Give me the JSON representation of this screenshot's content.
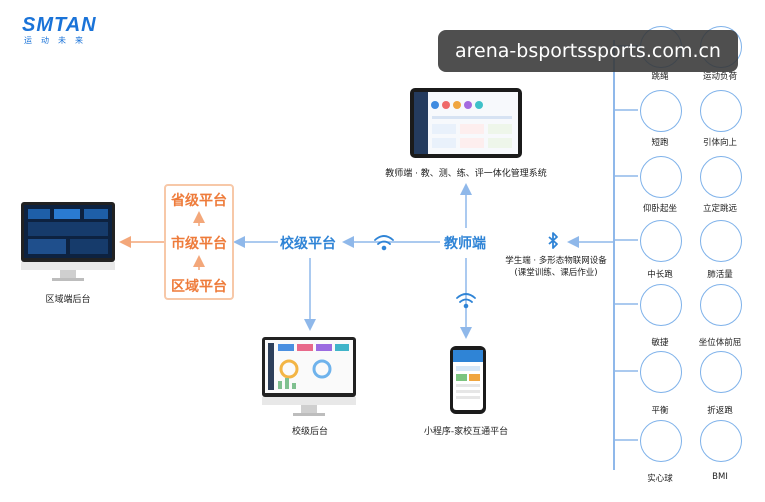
{
  "watermark": "arena-bsportssports.com.cn",
  "logo": {
    "wordmark": "SMTAN",
    "tagline": "运动未来"
  },
  "nodes": {
    "district_backend": "区域端后台",
    "school_backend": "校级后台",
    "teacher_system": "教师端 · 教、测、练、评一体化管理系统",
    "mini_program": "小程序-家校互通平台",
    "provincial": "省级平台",
    "municipal": "市级平台",
    "district": "区域平台",
    "school_platform": "校级平台",
    "teacher": "教师端",
    "student_line1": "学生端 · 多形态物联网设备",
    "student_line2": "(课堂训练、课后作业)"
  },
  "devices": [
    {
      "label": "跳绳",
      "icon": "jump-rope-icon"
    },
    {
      "label": "运动负荷",
      "icon": "heart-rate-band-icon"
    },
    {
      "label": "短跑",
      "icon": "sprint-timer-icon"
    },
    {
      "label": "引体向上",
      "icon": "pull-up-sensor-icon"
    },
    {
      "label": "仰卧起坐",
      "icon": "sit-up-mat-icon"
    },
    {
      "label": "立定跳远",
      "icon": "long-jump-mat-icon"
    },
    {
      "label": "中长跑",
      "icon": "wristband-icon"
    },
    {
      "label": "肺活量",
      "icon": "spirometer-icon"
    },
    {
      "label": "敏捷",
      "icon": "agility-pad-icon"
    },
    {
      "label": "坐位体前屈",
      "icon": "sit-reach-icon"
    },
    {
      "label": "平衡",
      "icon": "balance-disc-icon"
    },
    {
      "label": "折返跑",
      "icon": "cone-icon"
    },
    {
      "label": "实心球",
      "icon": "medicine-ball-icon"
    },
    {
      "label": "BMI",
      "icon": "height-scale-icon"
    }
  ],
  "colors": {
    "blue": "#2f84d6",
    "orange": "#ee7b3a",
    "line": "#9cc2ef"
  }
}
